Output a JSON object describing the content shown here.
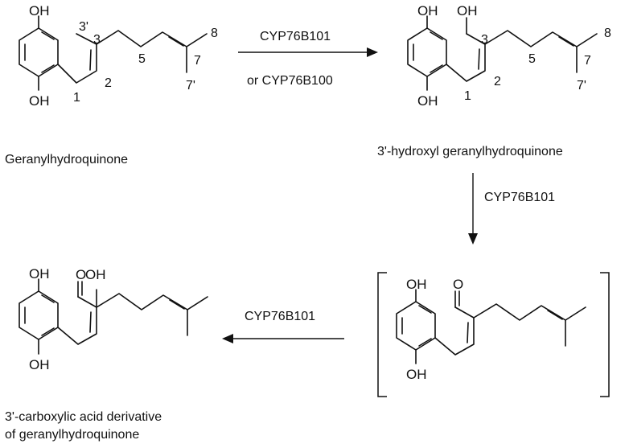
{
  "reaction_scheme": {
    "compounds": [
      {
        "name": "Geranylhydroquinone",
        "atom_labels": {
          "oh_top": "OH",
          "oh_bottom": "OH"
        },
        "carbon_numbers": {
          "c1": "1",
          "c2": "2",
          "c3": "3",
          "c3p": "3'",
          "c5": "5",
          "c7": "7",
          "c7p": "7'",
          "c8": "8"
        }
      },
      {
        "name": "3'-hydroxyl geranylhydroquinone",
        "atom_labels": {
          "oh_top": "OH",
          "oh_bottom": "OH",
          "oh_side": "OH"
        },
        "carbon_numbers": {
          "c1": "1",
          "c2": "2",
          "c3": "3",
          "c5": "5",
          "c7": "7",
          "c7p": "7'",
          "c8": "8"
        }
      },
      {
        "name": "",
        "atom_labels": {
          "oh_top": "OH",
          "oh_bottom": "OH",
          "o_aldehyde": "O"
        }
      },
      {
        "name_line1": "3'-carboxylic acid derivative",
        "name_line2": "of geranylhydroquinone",
        "atom_labels": {
          "oh_top": "OH",
          "oh_bottom": "OH",
          "o_carbonyl": "O",
          "oh_acid": "OH"
        }
      }
    ],
    "arrows": [
      {
        "label_line1": "CYP76B101",
        "label_line2": "or CYP76B100",
        "direction": "right"
      },
      {
        "label": "CYP76B101",
        "direction": "down"
      },
      {
        "label": "CYP76B101",
        "direction": "left"
      }
    ]
  }
}
